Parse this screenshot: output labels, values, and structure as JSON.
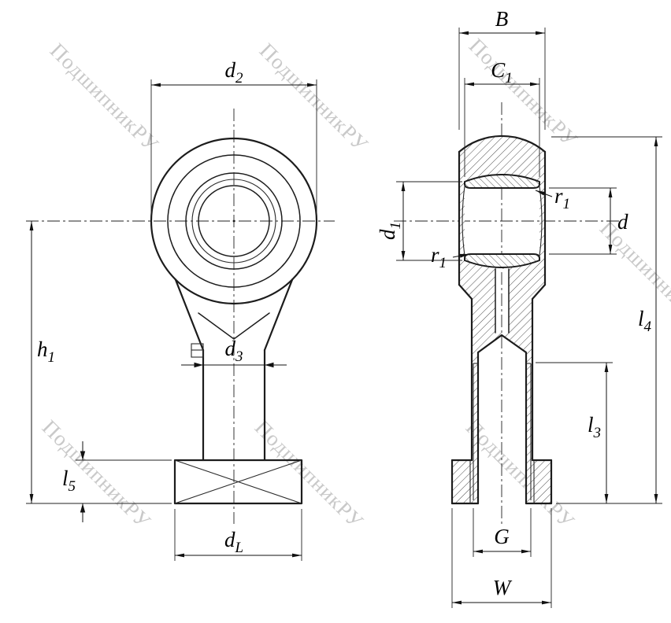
{
  "watermark": {
    "text": "ПодшипникРУ"
  },
  "colors": {
    "line": "#1c1c1c",
    "watermark": "#c9c9c9",
    "background": "#ffffff"
  },
  "labels": {
    "d2": {
      "base": "d",
      "sub": "2"
    },
    "h1": {
      "base": "h",
      "sub": "1"
    },
    "d3": {
      "base": "d",
      "sub": "3"
    },
    "l5": {
      "base": "l",
      "sub": "5"
    },
    "dL": {
      "base": "d",
      "sub": "L"
    },
    "B": {
      "base": "B",
      "sub": ""
    },
    "C1": {
      "base": "C",
      "sub": "1"
    },
    "d1": {
      "base": "d",
      "sub": "1"
    },
    "r1": {
      "base": "r",
      "sub": "1"
    },
    "d": {
      "base": "d",
      "sub": ""
    },
    "l4": {
      "base": "l",
      "sub": "4"
    },
    "l3": {
      "base": "l",
      "sub": "3"
    },
    "G": {
      "base": "G",
      "sub": ""
    },
    "W": {
      "base": "W",
      "sub": ""
    }
  }
}
